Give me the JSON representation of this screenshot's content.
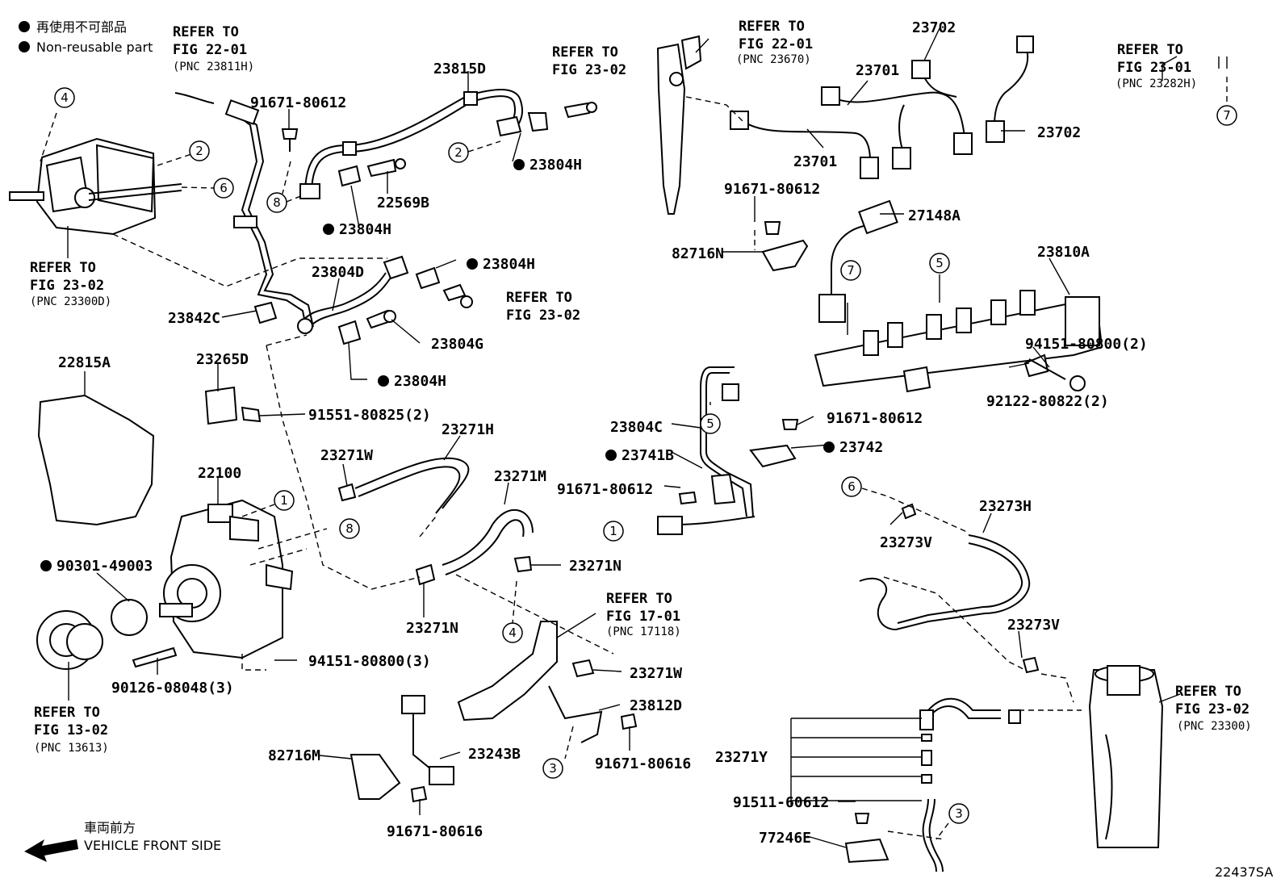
{
  "legend": {
    "jp": "再使用不可部品",
    "en": "Non-reusable part",
    "direction_jp": "車両前方",
    "direction_en": "VEHICLE FRONT SIDE"
  },
  "refs": [
    {
      "l1": "REFER TO",
      "l2": "FIG 22-01",
      "pnc": "(PNC 23811H)"
    },
    {
      "l1": "REFER TO",
      "l2": "FIG 23-02",
      "pnc": "(PNC 23300D)"
    },
    {
      "l1": "REFER TO",
      "l2": "FIG 23-02",
      "pnc": ""
    },
    {
      "l1": "REFER TO",
      "l2": "FIG 22-01",
      "pnc": "(PNC 23670)"
    },
    {
      "l1": "REFER TO",
      "l2": "FIG 23-01",
      "pnc": "(PNC 23282H)"
    },
    {
      "l1": "REFER TO",
      "l2": "FIG 23-02",
      "pnc": ""
    },
    {
      "l1": "REFER TO",
      "l2": "FIG 17-01",
      "pnc": "(PNC 17118)"
    },
    {
      "l1": "REFER TO",
      "l2": "FIG 13-02",
      "pnc": "(PNC 13613)"
    },
    {
      "l1": "REFER TO",
      "l2": "FIG 23-02",
      "pnc": "(PNC 23300)"
    }
  ],
  "parts": [
    {
      "text": "91671-80612",
      "nr": false
    },
    {
      "text": "23815D",
      "nr": false
    },
    {
      "text": "23804H",
      "nr": true
    },
    {
      "text": "22569B",
      "nr": false
    },
    {
      "text": "23804H",
      "nr": true
    },
    {
      "text": "23804H",
      "nr": true
    },
    {
      "text": "23804D",
      "nr": false
    },
    {
      "text": "23842C",
      "nr": false
    },
    {
      "text": "23804G",
      "nr": false
    },
    {
      "text": "23804H",
      "nr": true
    },
    {
      "text": "22815A",
      "nr": false
    },
    {
      "text": "23265D",
      "nr": false
    },
    {
      "text": "91551-80825(2)",
      "nr": false
    },
    {
      "text": "22100",
      "nr": false
    },
    {
      "text": "23271W",
      "nr": false
    },
    {
      "text": "23271H",
      "nr": false
    },
    {
      "text": "23271M",
      "nr": false
    },
    {
      "text": "90301-49003",
      "nr": true
    },
    {
      "text": "23271N",
      "nr": false
    },
    {
      "text": "23271N",
      "nr": false
    },
    {
      "text": "94151-80800(3)",
      "nr": false
    },
    {
      "text": "90126-08048(3)",
      "nr": false
    },
    {
      "text": "23271W",
      "nr": false
    },
    {
      "text": "23812D",
      "nr": false
    },
    {
      "text": "91671-80616",
      "nr": false
    },
    {
      "text": "82716M",
      "nr": false
    },
    {
      "text": "23243B",
      "nr": false
    },
    {
      "text": "91671-80616",
      "nr": false
    },
    {
      "text": "23702",
      "nr": false
    },
    {
      "text": "23701",
      "nr": false
    },
    {
      "text": "23702",
      "nr": false
    },
    {
      "text": "23701",
      "nr": false
    },
    {
      "text": "91671-80612",
      "nr": false
    },
    {
      "text": "27148A",
      "nr": false
    },
    {
      "text": "82716N",
      "nr": false
    },
    {
      "text": "23810A",
      "nr": false
    },
    {
      "text": "94151-80800(2)",
      "nr": false
    },
    {
      "text": "92122-80822(2)",
      "nr": false
    },
    {
      "text": "23804C",
      "nr": false
    },
    {
      "text": "91671-80612",
      "nr": false
    },
    {
      "text": "23741B",
      "nr": true
    },
    {
      "text": "23742",
      "nr": true
    },
    {
      "text": "91671-80612",
      "nr": false
    },
    {
      "text": "23273H",
      "nr": false
    },
    {
      "text": "23273V",
      "nr": false
    },
    {
      "text": "23273V",
      "nr": false
    },
    {
      "text": "23271Y",
      "nr": false
    },
    {
      "text": "91511-60612",
      "nr": false
    },
    {
      "text": "77246E",
      "nr": false
    }
  ],
  "callouts": [
    "4",
    "2",
    "6",
    "8",
    "2",
    "1",
    "8",
    "4",
    "3",
    "1",
    "5",
    "7",
    "5",
    "6",
    "3",
    "7"
  ],
  "figure_code": "22437SA"
}
